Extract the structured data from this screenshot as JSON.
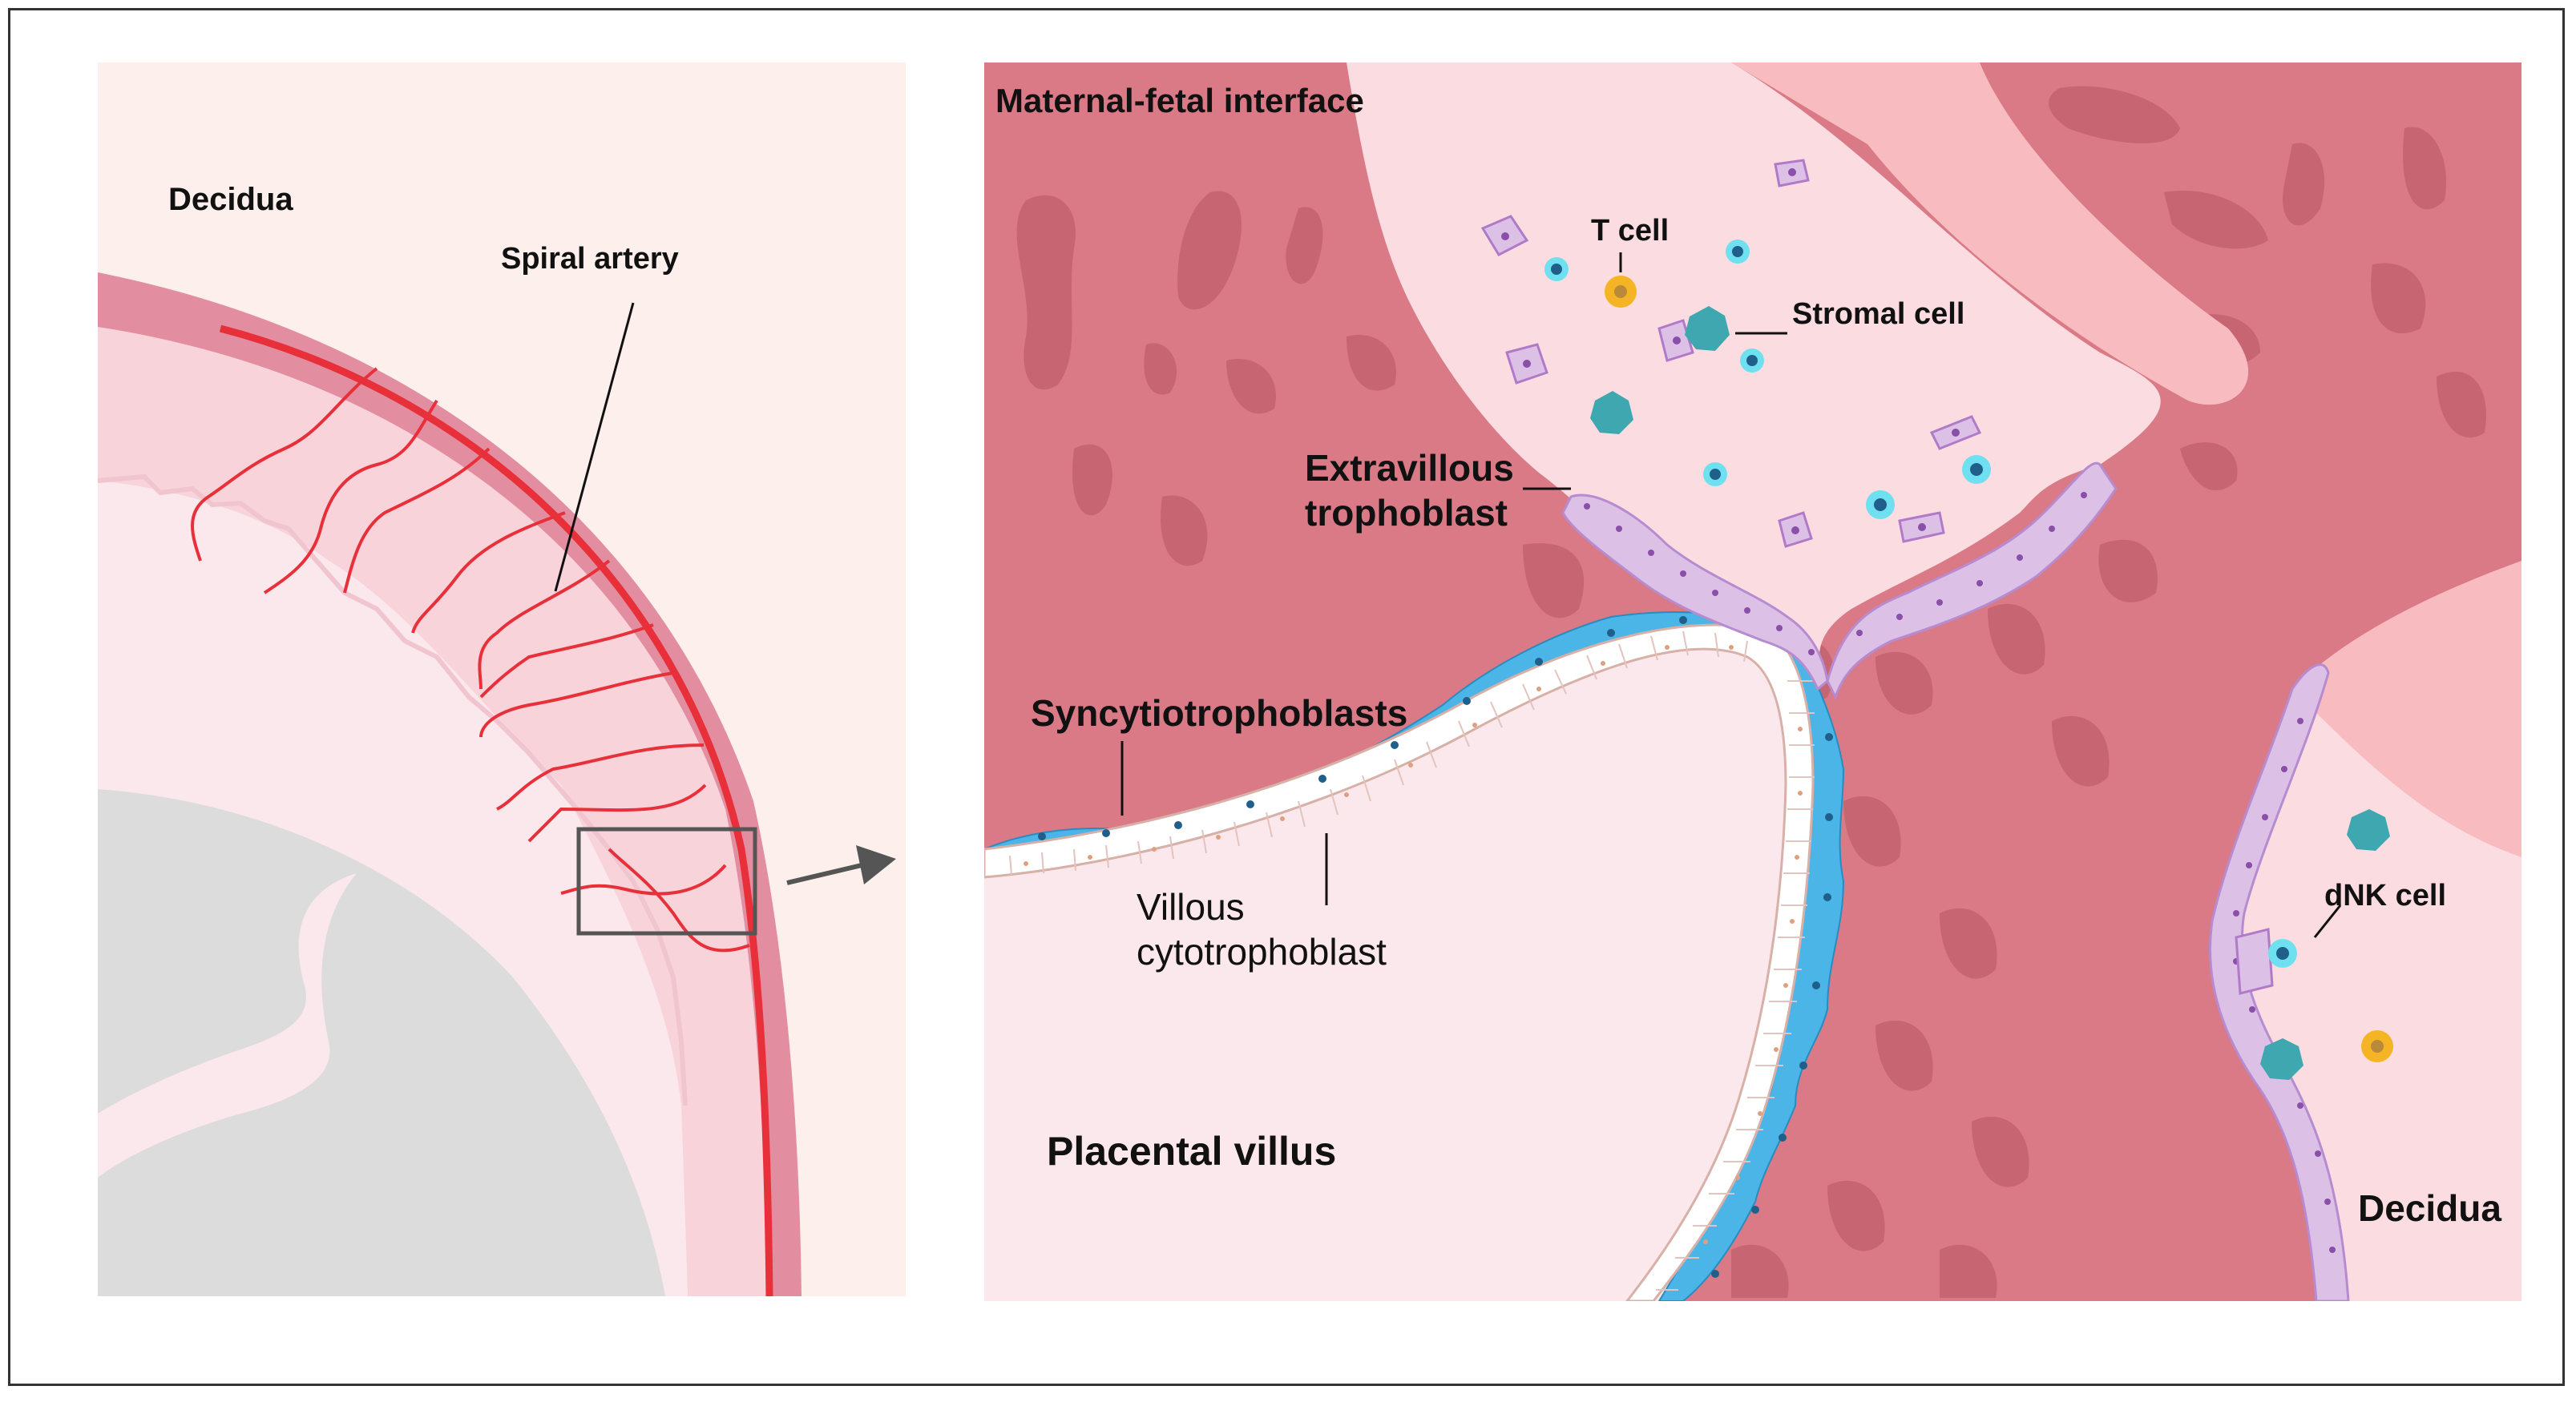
{
  "left_panel": {
    "decidua_label": "Decidua",
    "spiral_artery_label": "Spiral artery"
  },
  "right_panel": {
    "title": "Maternal-fetal interface",
    "t_cell_label": "T cell",
    "stromal_cell_label": "Stromal cell",
    "evt_label_line1": "Extravillous",
    "evt_label_line2": "trophoblast",
    "syncytio_label": "Syncytiotrophoblasts",
    "cyto_label_line1": "Villous",
    "cyto_label_line2": "cytotrophoblast",
    "villus_label": "Placental villus",
    "dnk_label": "dNK cell",
    "decidua_label": "Decidua"
  },
  "colors": {
    "decidua_bg": "#fdf0ec",
    "tissue_red": "#d97a86",
    "tissue_dark": "#c76672",
    "light_pink": "#fbdde1",
    "villus_pink": "#fbe8ec",
    "artery_red": "#e8303a",
    "syncytio_blue": "#4ab5e6",
    "evt_purple": "#dcc0e6",
    "t_cell_yellow": "#f5b424",
    "dnk_cyan": "#6fe0f0",
    "stromal_teal": "#3fa7b0"
  }
}
